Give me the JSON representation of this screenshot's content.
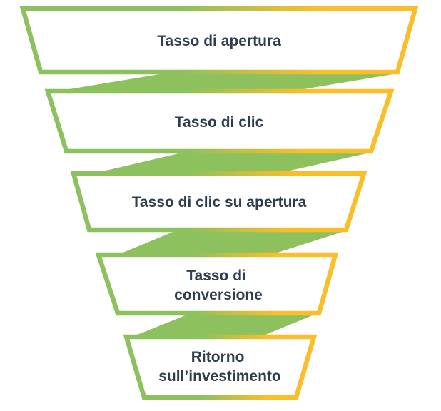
{
  "diagram": {
    "type": "funnel",
    "direction": "top-to-bottom",
    "language": "it",
    "stages": [
      {
        "index": 1,
        "label": "Tasso di apertura",
        "lines": [
          "Tasso di apertura"
        ]
      },
      {
        "index": 2,
        "label": "Tasso di clic",
        "lines": [
          "Tasso di clic"
        ]
      },
      {
        "index": 3,
        "label": "Tasso di clic su apertura",
        "lines": [
          "Tasso di clic su apertura"
        ]
      },
      {
        "index": 4,
        "label": "Tasso di conversione",
        "lines": [
          "Tasso di",
          "conversione"
        ]
      },
      {
        "index": 5,
        "label": "Ritorno sull’investimento",
        "lines": [
          "Ritorno",
          "sull’investimento"
        ]
      }
    ],
    "colors": {
      "border_gradient_start": "#8CC15E",
      "border_gradient_end": "#FBBE2B",
      "connector_fill": "#8CC15E",
      "stage_fill": "#FFFFFF",
      "label_text": "#2E3E50",
      "background": "#FFFFFF"
    }
  }
}
